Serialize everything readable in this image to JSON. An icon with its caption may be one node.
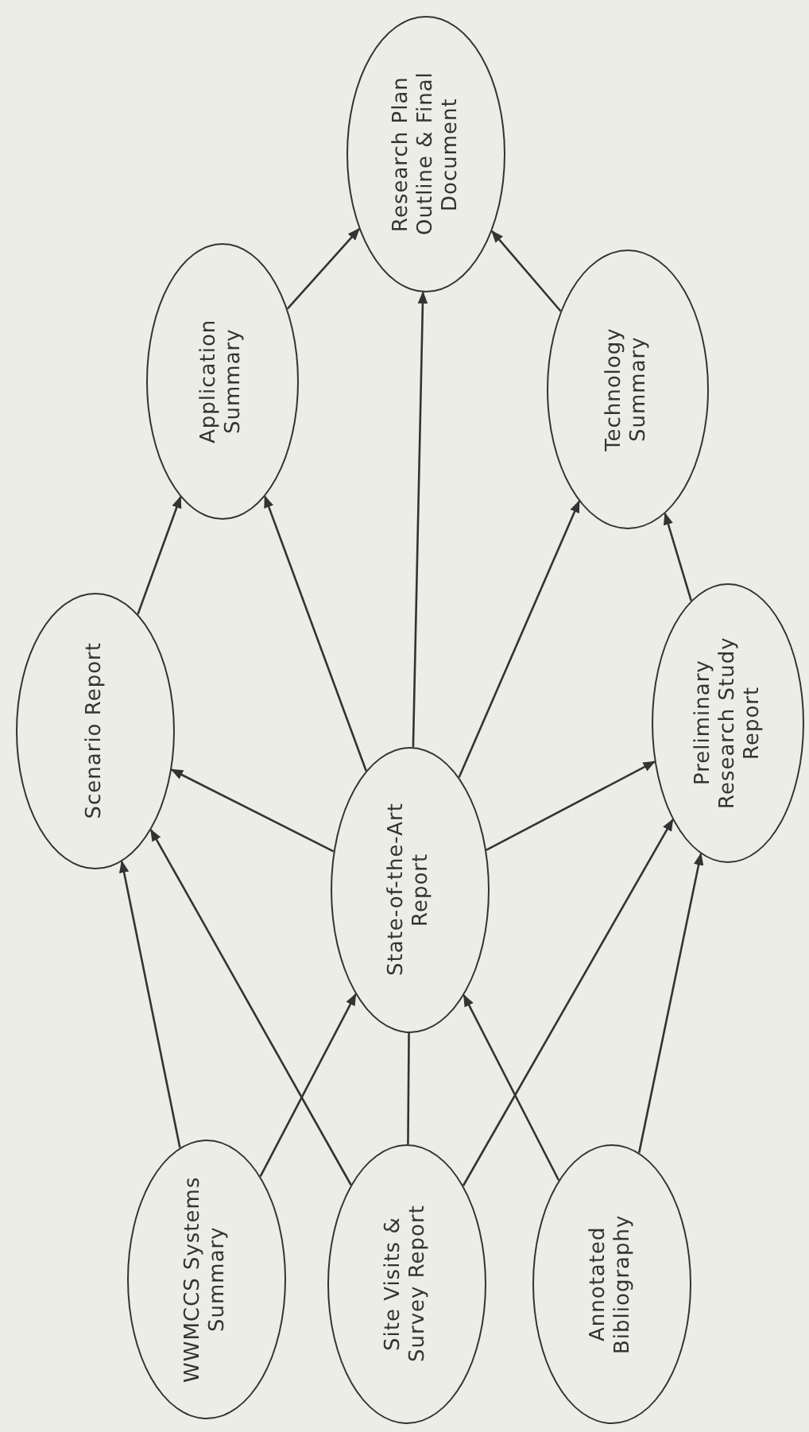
{
  "diagram": {
    "nodes": [
      {
        "text": [
          "Research Plan Outline & Final Document"
        ]
      },
      {
        "text": [
          "Application Summary"
        ]
      },
      {
        "text": [
          "Technology Summary"
        ]
      },
      {
        "text": [
          "Scenario Report"
        ]
      },
      {
        "text": [
          "State-of-the-Art Report"
        ]
      },
      {
        "text": [
          "Preliminary Research Study Report"
        ]
      },
      {
        "text": [
          "WWMCCS Systems Summary"
        ]
      },
      {
        "text": [
          "Site Visits & Survey Report"
        ]
      },
      {
        "text": [
          "Annotated Bibliography"
        ]
      }
    ],
    "edges": [
      {
        "from": 6,
        "to": 3,
        "arrow": "to"
      },
      {
        "from": 6,
        "to": 4,
        "arrow": "to"
      },
      {
        "from": 7,
        "to": 3,
        "arrow": "to"
      },
      {
        "from": 7,
        "to": 4,
        "arrow": "none"
      },
      {
        "from": 7,
        "to": 5,
        "arrow": "to"
      },
      {
        "from": 8,
        "to": 4,
        "arrow": "to"
      },
      {
        "from": 8,
        "to": 5,
        "arrow": "to"
      },
      {
        "from": 4,
        "to": 3,
        "arrow": "to"
      },
      {
        "from": 4,
        "to": 1,
        "arrow": "to"
      },
      {
        "from": 4,
        "to": 0,
        "arrow": "to"
      },
      {
        "from": 4,
        "to": 2,
        "arrow": "to"
      },
      {
        "from": 4,
        "to": 5,
        "arrow": "to"
      },
      {
        "from": 3,
        "to": 1,
        "arrow": "to"
      },
      {
        "from": 5,
        "to": 2,
        "arrow": "to"
      },
      {
        "from": 1,
        "to": 0,
        "arrow": "to"
      },
      {
        "from": 2,
        "to": 0,
        "arrow": "to"
      }
    ]
  }
}
